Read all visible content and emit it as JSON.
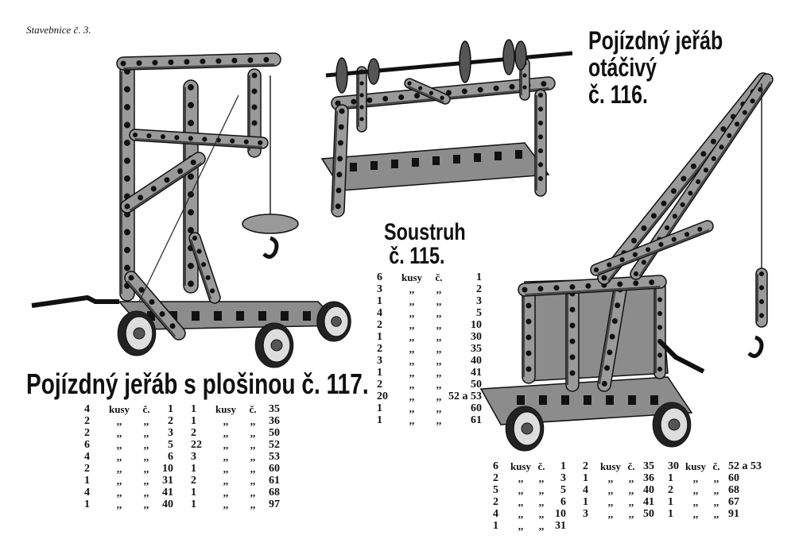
{
  "header": {
    "series": "Stavebnice č. 3."
  },
  "models": {
    "m116": {
      "title_lines": [
        "Pojízdný jeřáb",
        "otáčivý",
        "č. 116."
      ]
    },
    "m115": {
      "title_lines": [
        "Soustruh",
        "č. 115."
      ]
    },
    "m117": {
      "title": "Pojízdný jeřáb s plošinou č. 117."
    }
  },
  "labels": {
    "unit": "kusy",
    "prefix": "č.",
    "ditto": ",,"
  },
  "parts": {
    "m117_a": [
      {
        "qty": "4",
        "num": "1"
      },
      {
        "qty": "2",
        "num": "2"
      },
      {
        "qty": "2",
        "num": "3"
      },
      {
        "qty": "6",
        "num": "5"
      },
      {
        "qty": "4",
        "num": "6"
      },
      {
        "qty": "2",
        "num": "10"
      },
      {
        "qty": "1",
        "num": "31"
      },
      {
        "qty": "4",
        "num": "41"
      },
      {
        "qty": "1",
        "num": "40"
      }
    ],
    "m117_b": [
      {
        "qty": "1",
        "num": "35"
      },
      {
        "qty": "1",
        "num": "36"
      },
      {
        "qty": "2",
        "num": "50"
      },
      {
        "qty": "22",
        "num": "52"
      },
      {
        "qty": "3",
        "num": "53"
      },
      {
        "qty": "1",
        "num": "60"
      },
      {
        "qty": "2",
        "num": "61"
      },
      {
        "qty": "1",
        "num": "68"
      },
      {
        "qty": "1",
        "num": "97"
      }
    ],
    "m115": [
      {
        "qty": "6",
        "num": "1"
      },
      {
        "qty": "3",
        "num": "2"
      },
      {
        "qty": "1",
        "num": "3"
      },
      {
        "qty": "4",
        "num": "5"
      },
      {
        "qty": "2",
        "num": "10"
      },
      {
        "qty": "1",
        "num": "30"
      },
      {
        "qty": "2",
        "num": "35"
      },
      {
        "qty": "3",
        "num": "40"
      },
      {
        "qty": "1",
        "num": "41"
      },
      {
        "qty": "2",
        "num": "50"
      },
      {
        "qty": "20",
        "num": "52 a 53"
      },
      {
        "qty": "1",
        "num": "60"
      },
      {
        "qty": "1",
        "num": "61"
      }
    ],
    "m116_a": [
      {
        "qty": "6",
        "num": "1"
      },
      {
        "qty": "2",
        "num": "3"
      },
      {
        "qty": "5",
        "num": "5"
      },
      {
        "qty": "2",
        "num": "6"
      },
      {
        "qty": "4",
        "num": "10"
      },
      {
        "qty": "1",
        "num": "31"
      }
    ],
    "m116_b": [
      {
        "qty": "2",
        "num": "35"
      },
      {
        "qty": "1",
        "num": "36"
      },
      {
        "qty": "4",
        "num": "40"
      },
      {
        "qty": "1",
        "num": "41"
      },
      {
        "qty": "3",
        "num": "50"
      }
    ],
    "m116_c": [
      {
        "qty": "30",
        "num": "52 a 53"
      },
      {
        "qty": "1",
        "num": "60"
      },
      {
        "qty": "2",
        "num": "68"
      },
      {
        "qty": "1",
        "num": "67"
      },
      {
        "qty": "1",
        "num": "91"
      }
    ]
  }
}
